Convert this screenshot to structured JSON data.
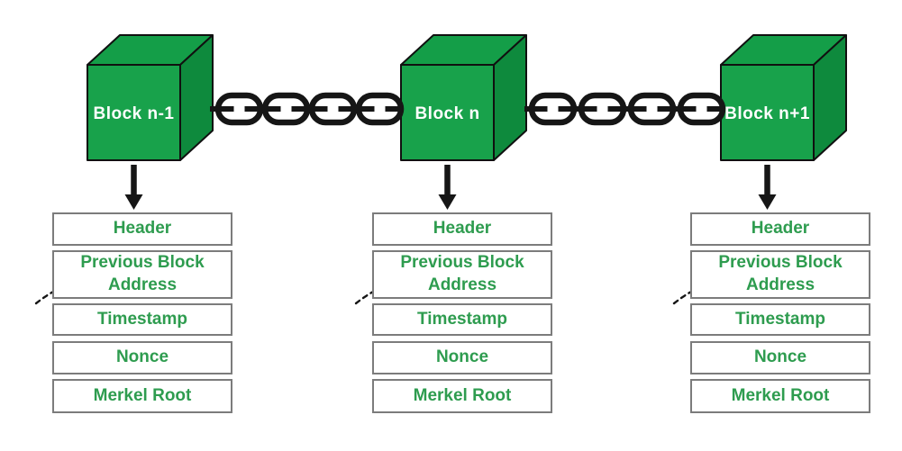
{
  "blocks": [
    {
      "label": "Block n-1",
      "fields": [
        "Header",
        "Previous Block Address",
        "Timestamp",
        "Nonce",
        "Merkel Root"
      ]
    },
    {
      "label": "Block n",
      "fields": [
        "Header",
        "Previous Block Address",
        "Timestamp",
        "Nonce",
        "Merkel Root"
      ]
    },
    {
      "label": "Block n+1",
      "fields": [
        "Header",
        "Previous Block Address",
        "Timestamp",
        "Nonce",
        "Merkel Root"
      ]
    }
  ],
  "colors": {
    "cube_front": "#18a24b",
    "cube_top": "#149e48",
    "cube_right": "#0e8a3d",
    "edge": "#101010",
    "chain": "#161616",
    "field_text": "#2e9c4f",
    "field_border": "#7c7c7c",
    "cube_label_text": "#ffffff",
    "background": "#ffffff"
  }
}
